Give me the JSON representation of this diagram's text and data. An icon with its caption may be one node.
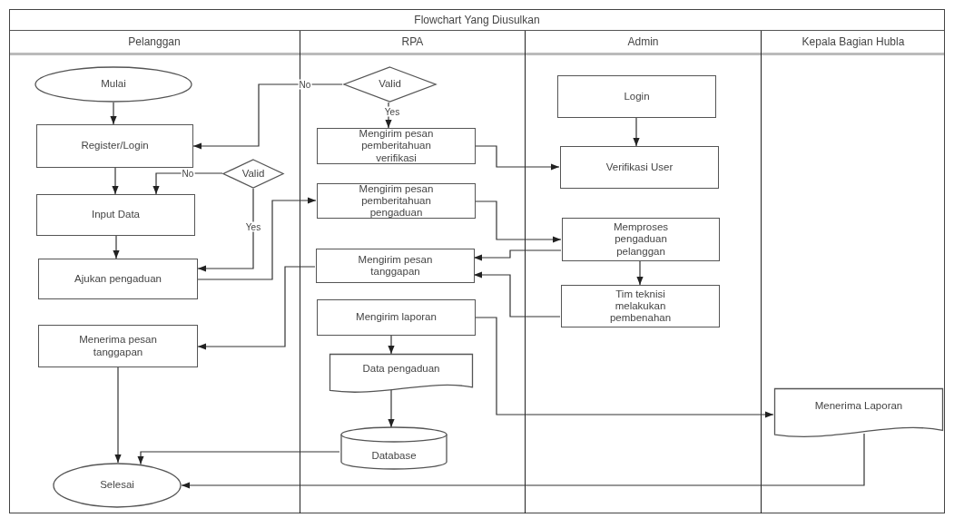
{
  "diagram": {
    "title": "Flowchart Yang Diusulkan",
    "nodes": [
      {
        "text": [
          "Pelanggan"
        ]
      },
      {
        "text": [
          "RPA"
        ]
      },
      {
        "text": [
          "Admin"
        ]
      },
      {
        "text": [
          "Kepala Bagian Hubla"
        ]
      },
      {
        "text": [
          "Mulai"
        ],
        "in": 0
      },
      {
        "text": [
          "Register/Login"
        ],
        "in": 0
      },
      {
        "text": [
          "Valid"
        ],
        "in": 0
      },
      {
        "text": [
          "Input Data"
        ],
        "in": 0
      },
      {
        "text": [
          "Ajukan pengaduan"
        ],
        "in": 0
      },
      {
        "text": [
          "Menerima pesan tanggapan"
        ],
        "in": 0
      },
      {
        "text": [
          "Selesai"
        ],
        "in": 0
      },
      {
        "text": [
          "Valid"
        ],
        "in": 1
      },
      {
        "text": [
          "Mengirim pesan pemberitahuan verifikasi"
        ],
        "in": 1
      },
      {
        "text": [
          "Mengirim pesan pemberitahuan pengaduan"
        ],
        "in": 1
      },
      {
        "text": [
          "Mengirim pesan tanggapan"
        ],
        "in": 1
      },
      {
        "text": [
          "Mengirim laporan"
        ],
        "in": 1
      },
      {
        "text": [
          "Data pengaduan"
        ],
        "in": 1
      },
      {
        "text": [
          "Database"
        ],
        "in": 1
      },
      {
        "text": [
          "Login"
        ],
        "in": 2
      },
      {
        "text": [
          "Verifikasi User"
        ],
        "in": 2
      },
      {
        "text": [
          "Memproses pengaduan pelanggan"
        ],
        "in": 2
      },
      {
        "text": [
          "Tim teknisi melakukan pembenahan"
        ],
        "in": 2
      },
      {
        "text": [
          "Menerima Laporan"
        ],
        "in": 3
      }
    ],
    "edges": [
      {
        "from": 4,
        "to": 5,
        "arrow": "to"
      },
      {
        "from": 5,
        "to": 7,
        "arrow": "to"
      },
      {
        "from": 6,
        "to": 7,
        "arrow": "to",
        "label": "No"
      },
      {
        "from": 6,
        "to": 8,
        "arrow": "to",
        "label": "Yes"
      },
      {
        "from": 7,
        "to": 8,
        "arrow": "to"
      },
      {
        "from": 8,
        "to": 13,
        "arrow": "to"
      },
      {
        "from": 11,
        "to": 5,
        "arrow": "to",
        "label": "No"
      },
      {
        "from": 11,
        "to": 12,
        "arrow": "to",
        "label": "Yes"
      },
      {
        "from": 12,
        "to": 19,
        "arrow": "to"
      },
      {
        "from": 18,
        "to": 19,
        "arrow": "to"
      },
      {
        "from": 13,
        "to": 20,
        "arrow": "to"
      },
      {
        "from": 20,
        "to": 14,
        "arrow": "to"
      },
      {
        "from": 20,
        "to": 21,
        "arrow": "to"
      },
      {
        "from": 21,
        "to": 14,
        "arrow": "to"
      },
      {
        "from": 14,
        "to": 9,
        "arrow": "to"
      },
      {
        "from": 15,
        "to": 16,
        "arrow": "to"
      },
      {
        "from": 15,
        "to": 22,
        "arrow": "to"
      },
      {
        "from": 16,
        "to": 17,
        "arrow": "to"
      },
      {
        "from": 17,
        "to": 10,
        "arrow": "to"
      },
      {
        "from": 9,
        "to": 10,
        "arrow": "to"
      },
      {
        "from": 22,
        "to": 10,
        "arrow": "to"
      }
    ]
  }
}
